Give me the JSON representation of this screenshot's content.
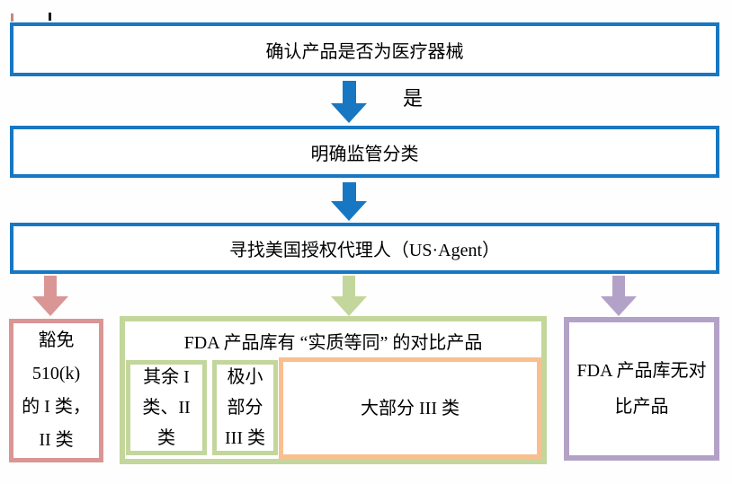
{
  "colors": {
    "blue": "#1777C3",
    "pink": "#D99694",
    "green": "#C3D69B",
    "orange": "#FABF8F",
    "purple": "#B3A2C7",
    "text": "#000000"
  },
  "icons": {
    "down_arrow": "css-triangle-down-block-arrow"
  },
  "flow": {
    "step1_label": "确认产品是否为医疗器械",
    "branch_yes_label": "是",
    "step2_label": "明确监管分类",
    "step3_label": "寻找美国授权代理人（US·Agent）",
    "outcome_exempt_lines": [
      "豁免",
      "510(k)",
      "的 I 类，",
      "II 类"
    ],
    "outcome_se_header": "FDA 产品库有 “实质等同” 的对比产品",
    "outcome_se_cell_rest_lines": [
      "其余 I",
      "类、II",
      "类"
    ],
    "outcome_se_cell_minor_lines": [
      "极小",
      "部分",
      "III 类"
    ],
    "outcome_se_cell_major_label": "大部分 III 类",
    "outcome_no_match_lines": [
      "FDA 产品库无对",
      "比产品"
    ]
  }
}
